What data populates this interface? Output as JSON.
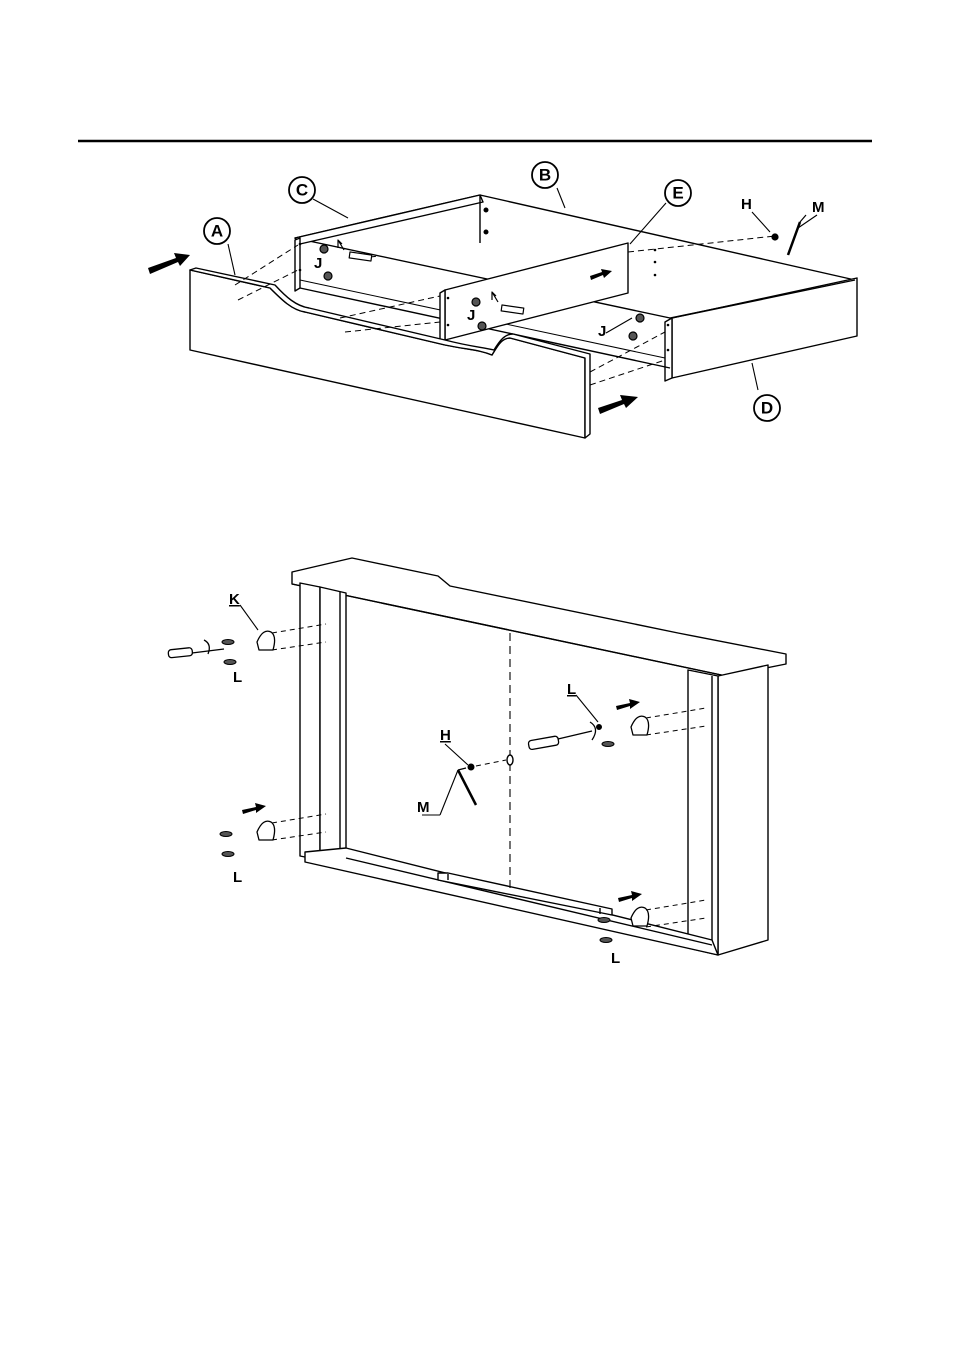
{
  "figure1": {
    "callouts": {
      "A": "A",
      "B": "B",
      "C": "C",
      "D": "D",
      "E": "E"
    },
    "parts": {
      "H": "H",
      "M": "M",
      "J1": "J",
      "J2": "J",
      "J3": "J"
    }
  },
  "figure2": {
    "parts": {
      "K": "K",
      "L_top_left": "L",
      "L_mid_left": "L",
      "L_top_right": "L",
      "L_bottom_right": "L",
      "H": "H",
      "M": "M"
    }
  }
}
